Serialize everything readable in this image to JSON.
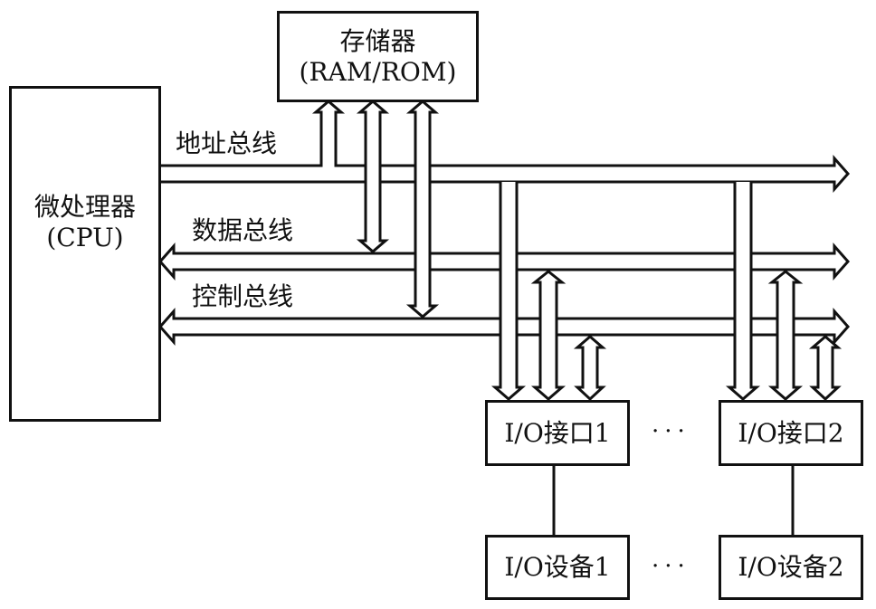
{
  "cpu": {
    "line1": "微处理器",
    "line2": "(CPU)"
  },
  "memory": {
    "line1": "存储器",
    "line2": "(RAM/ROM)"
  },
  "buses": {
    "address": "地址总线",
    "data": "数据总线",
    "control": "控制总线"
  },
  "io_interfaces": [
    "I/O接口1",
    "I/O接口2"
  ],
  "io_devices": [
    "I/O设备1",
    "I/O设备2"
  ],
  "ellipsis": "···",
  "colors": {
    "line": "#111111",
    "background": "#ffffff"
  }
}
